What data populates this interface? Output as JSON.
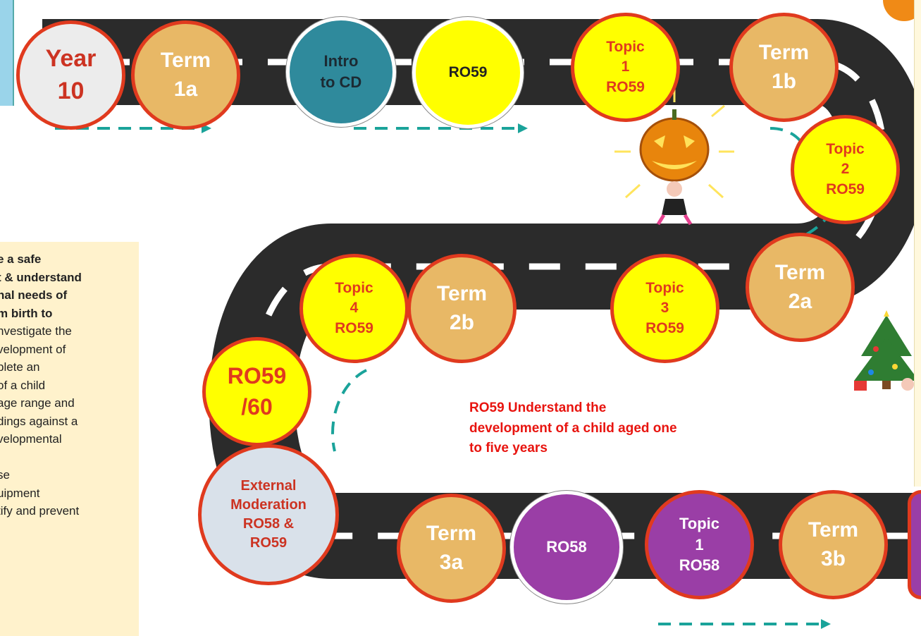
{
  "nodes": [
    {
      "id": "year-10",
      "label": "Year\n10"
    },
    {
      "id": "term-1a",
      "label": "Term\n1a"
    },
    {
      "id": "intro-cd",
      "label": "Intro\nto CD"
    },
    {
      "id": "ro59-start",
      "label": "RO59"
    },
    {
      "id": "topic1-ro59",
      "label": "Topic\n1\nRO59"
    },
    {
      "id": "term-1b",
      "label": "Term\n1b"
    },
    {
      "id": "topic2-ro59",
      "label": "Topic\n2\nRO59"
    },
    {
      "id": "term-2a",
      "label": "Term\n2a"
    },
    {
      "id": "topic3-ro59",
      "label": "Topic\n3\nRO59"
    },
    {
      "id": "term-2b",
      "label": "Term\n2b"
    },
    {
      "id": "topic4-ro59",
      "label": "Topic\n4\nRO59"
    },
    {
      "id": "ro59-60",
      "label": "RO59\n/60"
    },
    {
      "id": "external-moderation",
      "label": "External\nModeration\nRO58 &\nRO59"
    },
    {
      "id": "term-3a",
      "label": "Term\n3a"
    },
    {
      "id": "ro58-start",
      "label": "RO58"
    },
    {
      "id": "topic1-ro58",
      "label": "Topic\n1\nRO58"
    },
    {
      "id": "term-3b",
      "label": "Term\n3b"
    },
    {
      "id": "next-purple",
      "label": ""
    }
  ],
  "caption": "RO59 Understand the\ndevelopment of a child aged one\nto five years",
  "info_box": {
    "bold_text": "e a safe\nt & understand\nnal needs of\nm birth to",
    "text": "nvestigate the\nvelopment of\nplete an\nof a child\nage range and\ndings against a\nvelopmental\n\nse\nuipment\ntify and prevent"
  },
  "colors": {
    "road": "#2b2b2b",
    "road_marking": "#ffffff",
    "arrow": "#1aa39a",
    "tan": "#e8b866",
    "yellow": "#ffff00",
    "teal": "#2f8a9c",
    "purple": "#9a3ea6",
    "ring": "#e03a1e",
    "caption": "#e8140f",
    "info_bg": "#fff2cc"
  }
}
